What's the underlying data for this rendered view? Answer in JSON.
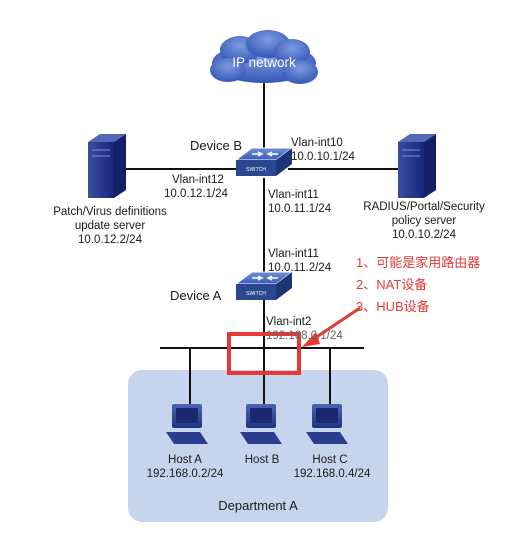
{
  "cloud": {
    "label": "IP network"
  },
  "device_b": {
    "name": "Device B",
    "vlan10": "Vlan-int10",
    "vlan10_ip": "10.0.10.1/24",
    "vlan12": "Vlan-int12",
    "vlan12_ip": "10.0.12.1/24",
    "vlan11": "Vlan-int11",
    "vlan11_ip": "10.0.11.1/24"
  },
  "patch_server": {
    "line1": "Patch/Virus definitions",
    "line2": "update server",
    "ip": "10.0.12.2/24"
  },
  "radius_server": {
    "line1": "RADIUS/Portal/Security",
    "line2": "policy server",
    "ip": "10.0.10.2/24"
  },
  "device_a": {
    "name": "Device A",
    "vlan11": "Vlan-int11",
    "vlan11_ip": "10.0.11.2/24",
    "vlan2": "Vlan-int2",
    "vlan2_ip": "192.168.0.1/24"
  },
  "annotations": [
    "1、可能是家用路由器",
    "2、NAT设备",
    "3、HUB设备"
  ],
  "hosts": [
    {
      "name": "Host A",
      "ip": "192.168.0.2/24"
    },
    {
      "name": "Host B",
      "ip": ""
    },
    {
      "name": "Host C",
      "ip": "192.168.0.4/24"
    }
  ],
  "department": {
    "label": "Department A"
  },
  "switch_label": "SWITCH",
  "colors": {
    "annotation": "#e53935",
    "department_bg": "#c7d4ee",
    "cloud": "#3b5fbf",
    "device": "#2e4d9e"
  }
}
